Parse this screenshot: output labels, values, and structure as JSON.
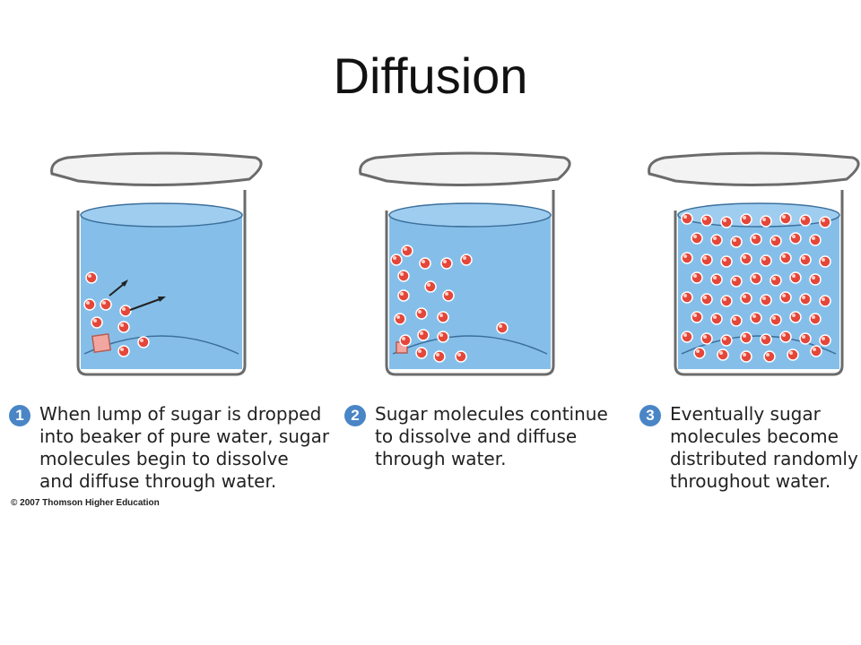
{
  "title": "Diffusion",
  "colors": {
    "water": "#85bfe9",
    "molecule": "#e4473a",
    "step_badge": "#4a86c6",
    "sugar_cube": "#f1a7a0"
  },
  "steps": [
    {
      "number": "1",
      "text": "When lump of sugar is dropped\ninto beaker of pure water, sugar\nmolecules begin to dissolve\nand diffuse through water."
    },
    {
      "number": "2",
      "text": "Sugar molecules continue\nto dissolve and diffuse\nthrough water."
    },
    {
      "number": "3",
      "text": "Eventually sugar\nmolecules become\ndistributed randomly\nthroughout water."
    }
  ],
  "copyright": "© 2007 Thomson Higher Education"
}
